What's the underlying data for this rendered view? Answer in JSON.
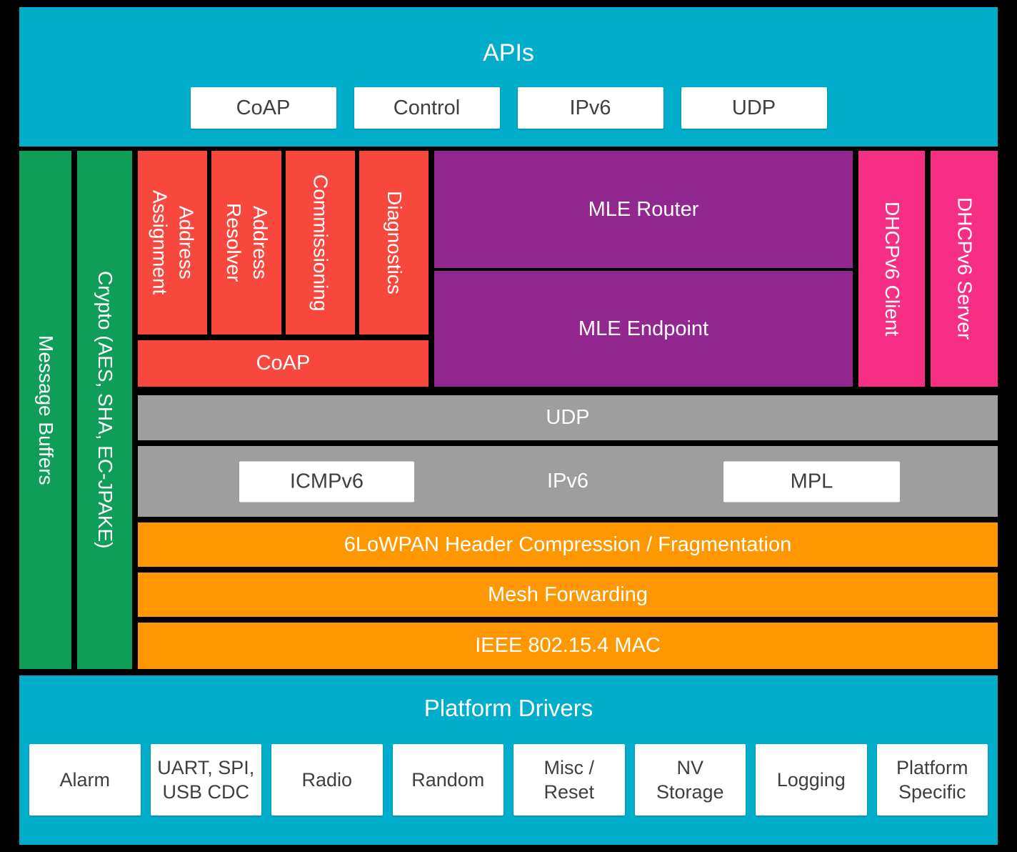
{
  "colors": {
    "cyan": "#00AECB",
    "green": "#0F9D58",
    "red": "#F8483D",
    "purple": "#92278F",
    "pink": "#F72E85",
    "gray": "#9E9E9E",
    "orange": "#FF9800",
    "chip_text": "#3C4043",
    "background": "#000000"
  },
  "apis": {
    "title": "APIs",
    "chips": [
      "CoAP",
      "Control",
      "IPv6",
      "UDP"
    ]
  },
  "sidebars": {
    "message_buffers": "Message Buffers",
    "crypto": "Crypto (AES, SHA, EC-JPAKE)"
  },
  "thread_core": {
    "modules": [
      "Address\nAssignment",
      "Address\nResolver",
      "Commissioning",
      "Diagnostics"
    ],
    "coap": "CoAP",
    "mle_router": "MLE Router",
    "mle_endpoint": "MLE Endpoint",
    "dhcpv6_client": "DHCPv6 Client",
    "dhcpv6_server": "DHCPv6 Server",
    "udp": "UDP",
    "icmpv6": "ICMPv6",
    "ipv6": "IPv6",
    "mpl": "MPL",
    "sixlowpan": "6LoWPAN Header Compression / Fragmentation",
    "mesh_forwarding": "Mesh Forwarding",
    "mac": "IEEE 802.15.4 MAC"
  },
  "platform": {
    "title": "Platform Drivers",
    "chips": [
      "Alarm",
      "UART, SPI,\nUSB CDC",
      "Radio",
      "Random",
      "Misc /\nReset",
      "NV\nStorage",
      "Logging",
      "Platform\nSpecific"
    ]
  }
}
